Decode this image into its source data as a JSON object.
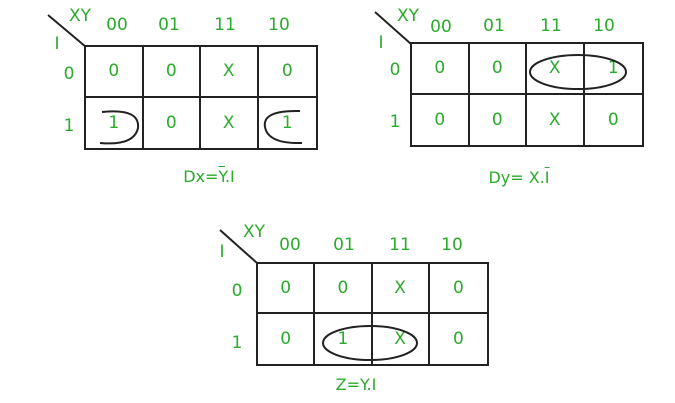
{
  "var_rows": "I",
  "var_cols": "XY",
  "col_heads": [
    "00",
    "01",
    "11",
    "10"
  ],
  "row_heads": [
    "0",
    "1"
  ],
  "maps": [
    {
      "name": "dx",
      "cells": [
        [
          "0",
          "0",
          "X",
          "0"
        ],
        [
          "1",
          "0",
          "X",
          "1"
        ]
      ],
      "eq_prefix": "Dx=",
      "eq_bar": "Y",
      "eq_suffix": ".I"
    },
    {
      "name": "dy",
      "cells": [
        [
          "0",
          "0",
          "X",
          "1"
        ],
        [
          "0",
          "0",
          "X",
          "0"
        ]
      ],
      "eq_prefix": "Dy= X.",
      "eq_bar": "I",
      "eq_suffix": ""
    },
    {
      "name": "z",
      "cells": [
        [
          "0",
          "0",
          "X",
          "0"
        ],
        [
          "0",
          "1",
          "X",
          "0"
        ]
      ],
      "eq_prefix": "Z=Y.I",
      "eq_bar": "",
      "eq_suffix": ""
    }
  ]
}
